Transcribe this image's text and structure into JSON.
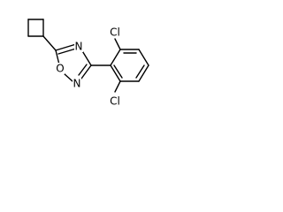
{
  "molecule": {
    "atoms": {
      "oxygen_ring": "O",
      "nitrogen_top": "N",
      "nitrogen_bottom": "N",
      "chlorine_top": "Cl",
      "chlorine_bottom": "Cl"
    }
  }
}
